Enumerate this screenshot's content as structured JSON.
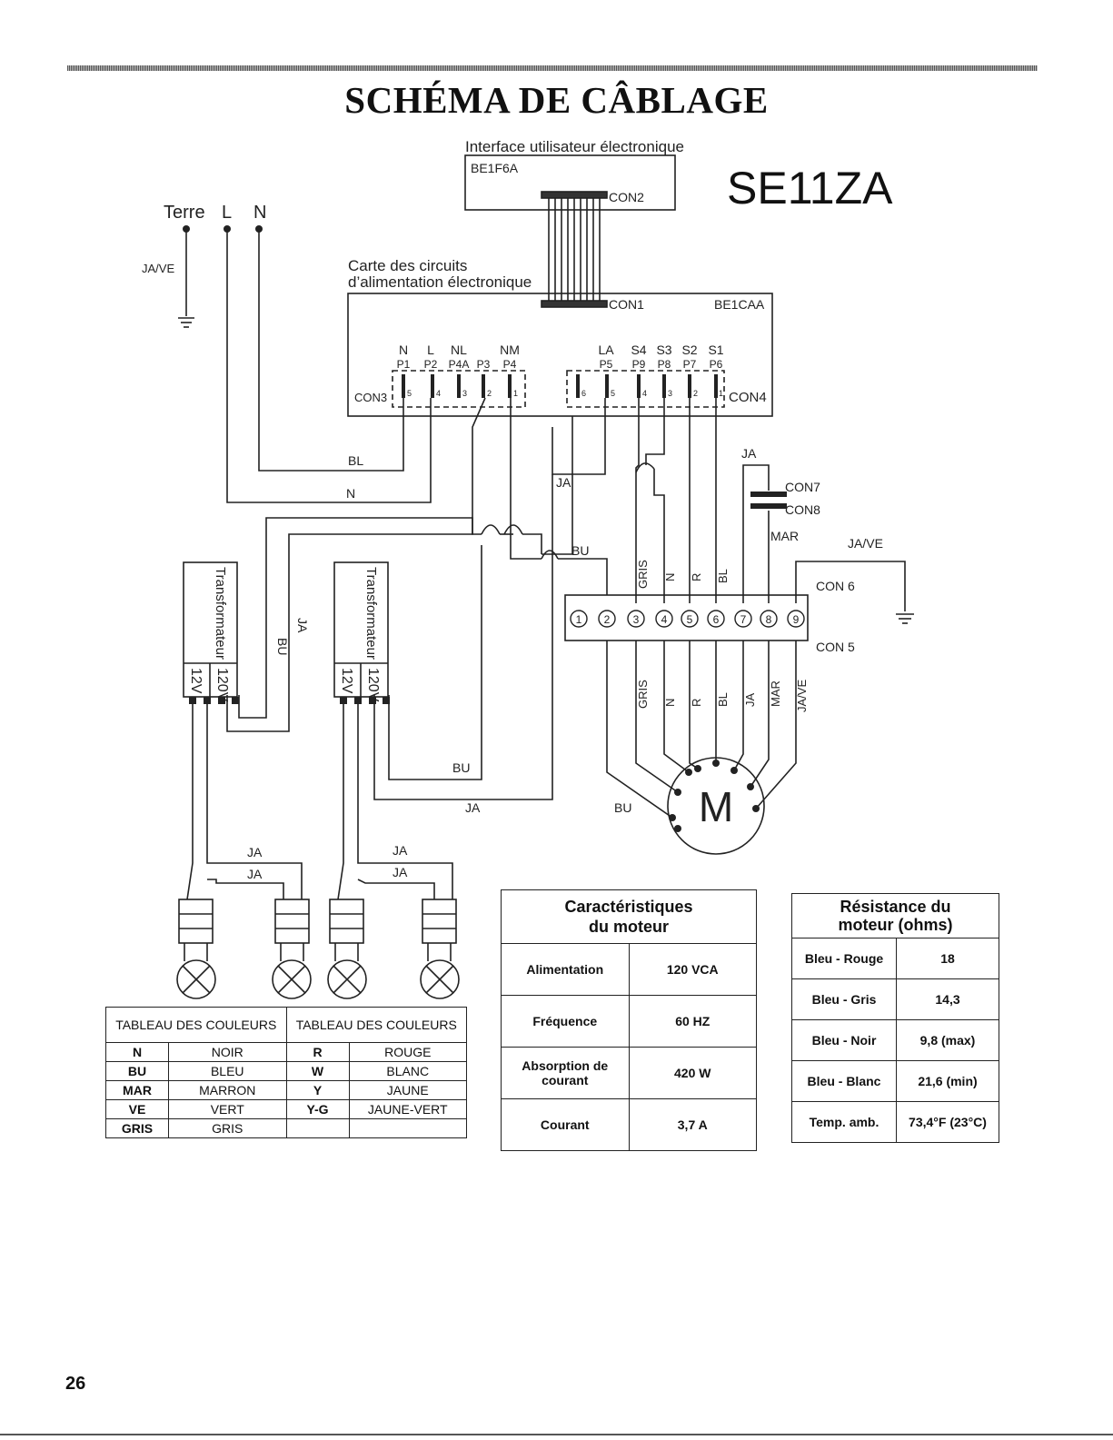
{
  "page": {
    "title": "SCHÉMA DE CÂBLAGE",
    "model": "SE11ZA",
    "page_number": "26"
  },
  "diagram": {
    "ui_label": "Interface utilisateur électronique",
    "ui_board": "BE1F6A",
    "con2": "CON2",
    "supply": {
      "earth": "Terre",
      "line": "L",
      "neutral": "N",
      "earth_wire": "JA/VE"
    },
    "power_label_1": "Carte des circuits",
    "power_label_2": "d’alimentation électronique",
    "con1": "CON1",
    "power_board": "BE1CAA",
    "con3": "CON3",
    "con4": "CON4",
    "con3_names": [
      "N",
      "L",
      "NL",
      "NM"
    ],
    "con3_pins": [
      "P1",
      "P2",
      "P4A",
      "P3",
      "P4"
    ],
    "con3_numbers": [
      "5",
      "4",
      "3",
      "2",
      "1"
    ],
    "con4_names": [
      "LA",
      "S4",
      "S3",
      "S2",
      "S1"
    ],
    "con4_pins": [
      "P5",
      "P9",
      "P8",
      "P7",
      "P6"
    ],
    "con4_numbers": [
      "6",
      "5",
      "4",
      "3",
      "2",
      "1"
    ],
    "wires": {
      "bl": "BL",
      "n": "N",
      "ja": "JA",
      "bu": "BU",
      "mar": "MAR",
      "gris": "GRIS",
      "r": "R",
      "ja_ve": "JA/VE"
    },
    "con7": "CON7",
    "con8": "CON8",
    "con6": "CON 6",
    "con5": "CON 5",
    "terminals": [
      "1",
      "2",
      "3",
      "4",
      "5",
      "6",
      "7",
      "8",
      "9"
    ],
    "upper_wire_labels": [
      "GRIS",
      "N",
      "R",
      "BL"
    ],
    "lower_wire_labels": [
      "GRIS",
      "N",
      "R",
      "BL",
      "JA",
      "MAR",
      "JA/VE"
    ],
    "transformer": "Transformateur",
    "v12": "12V",
    "v120": "120V",
    "motor": "M"
  },
  "color_table": {
    "header": "TABLEAU DES COULEURS",
    "left": [
      {
        "code": "N",
        "name": "NOIR"
      },
      {
        "code": "BU",
        "name": "BLEU"
      },
      {
        "code": "MAR",
        "name": "MARRON"
      },
      {
        "code": "VE",
        "name": "VERT"
      },
      {
        "code": "GRIS",
        "name": "GRIS"
      }
    ],
    "right": [
      {
        "code": "R",
        "name": "ROUGE"
      },
      {
        "code": "W",
        "name": "BLANC"
      },
      {
        "code": "Y",
        "name": "JAUNE"
      },
      {
        "code": "Y-G",
        "name": "JAUNE-VERT"
      },
      {
        "code": "",
        "name": ""
      }
    ]
  },
  "motor_specs": {
    "title_1": "Caractéristiques",
    "title_2": "du moteur",
    "rows": [
      {
        "label": "Alimentation",
        "value": "120 VCA"
      },
      {
        "label": "Fréquence",
        "value": "60 HZ"
      },
      {
        "label": "Absorption de courant",
        "value": "420 W"
      },
      {
        "label": "Courant",
        "value": "3,7 A"
      }
    ]
  },
  "motor_resistance": {
    "title_1": "Résistance du",
    "title_2": "moteur (ohms)",
    "rows": [
      {
        "label": "Bleu - Rouge",
        "value": "18"
      },
      {
        "label": "Bleu - Gris",
        "value": "14,3"
      },
      {
        "label": "Bleu - Noir",
        "value": "9,8 (max)"
      },
      {
        "label": "Bleu - Blanc",
        "value": "21,6 (min)"
      },
      {
        "label": "Temp. amb.",
        "value": "73,4°F (23°C)"
      }
    ]
  }
}
